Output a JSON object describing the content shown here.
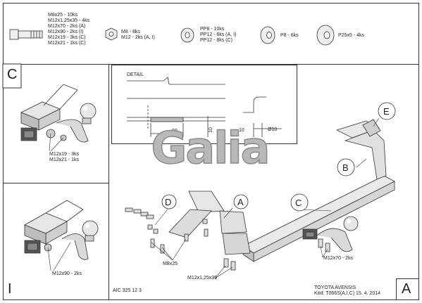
{
  "hardware": {
    "bolts": [
      "M8x25 - 10ks",
      "M12x1,25x35 - 4ks",
      "M12x70 - 2ks (A)",
      "M12x90 - 2ks (I)",
      "M12x19 - 3ks (C)",
      "M12x21 - 1ks (C)"
    ],
    "nuts": [
      "M8 - 8ks",
      "M12 - 2ks (A, I)"
    ],
    "washers_pp": [
      "PP8 - 10ks",
      "PP12 - 6ks (A, I)",
      "PP12 - 8ks (C)"
    ],
    "washer_p8": "P8 - 6ks",
    "washer_p25": "P25x5 - 4ks"
  },
  "panel_c": {
    "letter": "C",
    "callouts": [
      "M12x19 - 3ks",
      "M12x21 - 1ks"
    ]
  },
  "panel_i": {
    "letter": "I",
    "callout": "M12x90 - 2ks"
  },
  "detail": {
    "title": "DETAIL",
    "dim_80": "80",
    "dim_10a": "10",
    "dim_10b": "10",
    "dim_phi": "Ø10"
  },
  "logo": {
    "text": "Galia"
  },
  "main": {
    "labels": {
      "a": "A",
      "b": "B",
      "c": "C",
      "d": "D",
      "e": "E"
    },
    "callout_m8x25": "M8x25",
    "callout_m12x125x35": "M12x1,25x35",
    "callout_m12x70": "M12x70 - 2ks"
  },
  "footer": {
    "code": "AIC 325 12 3",
    "car": "TOYOTA AVENSIS",
    "kod": "Kód: T066S(A,I,C)  15. 4. 2014",
    "sheet_letter": "A"
  }
}
